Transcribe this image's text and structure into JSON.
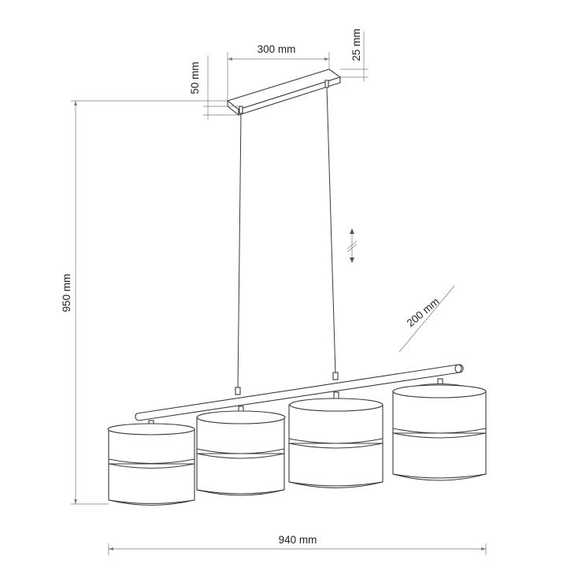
{
  "dimensions": {
    "canopy_length": "300 mm",
    "canopy_depth": "25 mm",
    "canopy_height": "50 mm",
    "total_height": "950 mm",
    "shade_diameter": "200 mm",
    "total_width": "940 mm",
    "adjustable_symbol": "⇕"
  },
  "colors": {
    "line": "#3a3a3a",
    "dimension_line": "#7a7a7a",
    "text": "#222222",
    "background": "#ffffff"
  }
}
